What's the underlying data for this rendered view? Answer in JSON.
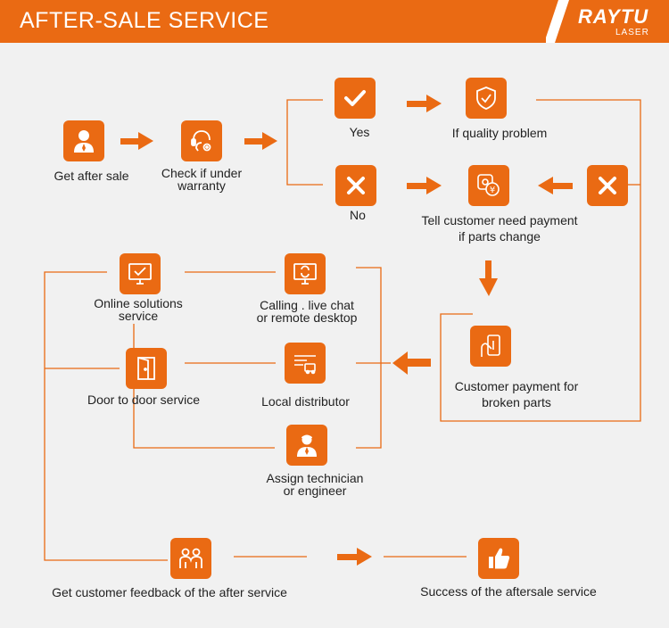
{
  "header": {
    "title": "AFTER-SALE SERVICE",
    "logo": "RAYTU",
    "logo_sub": "LASER"
  },
  "colors": {
    "accent": "#ea6a13",
    "background": "#f1f1f1",
    "icon_fill": "#ffffff"
  },
  "nodes": {
    "get_after_sale": {
      "label": "Get after sale",
      "icon": "user-icon"
    },
    "check_warranty": {
      "label1": "Check if under",
      "label2": "warranty",
      "icon": "headset-gear-icon"
    },
    "yes": {
      "label": "Yes",
      "icon": "check-icon"
    },
    "no": {
      "label": "No",
      "icon": "x-icon"
    },
    "quality_problem": {
      "label": "If quality problem",
      "icon": "shield-check-icon"
    },
    "payment_needed": {
      "label1": "Tell  customer need  payment",
      "label2": "if parts change",
      "icon": "payment-icon"
    },
    "x_right": {
      "icon": "x-icon"
    },
    "customer_payment": {
      "label1": "Customer payment for",
      "label2": "broken parts",
      "icon": "card-hand-icon"
    },
    "online_solutions": {
      "label1": "Online solutions",
      "label2": "service",
      "icon": "monitor-check-icon"
    },
    "calling": {
      "label1": "Calling . live chat",
      "label2": "or  remote desktop",
      "icon": "monitor-sync-icon"
    },
    "door_service": {
      "label": "Door to door service",
      "icon": "door-icon"
    },
    "local_distributor": {
      "label": "Local  distributor",
      "icon": "truck-box-icon"
    },
    "technician": {
      "label1": "Assign technician",
      "label2": "or engineer",
      "icon": "engineer-icon"
    },
    "feedback": {
      "label": "Get customer feedback of the after service",
      "icon": "people-icon"
    },
    "success": {
      "label": "Success of the aftersale service",
      "icon": "thumbs-up-icon"
    }
  }
}
